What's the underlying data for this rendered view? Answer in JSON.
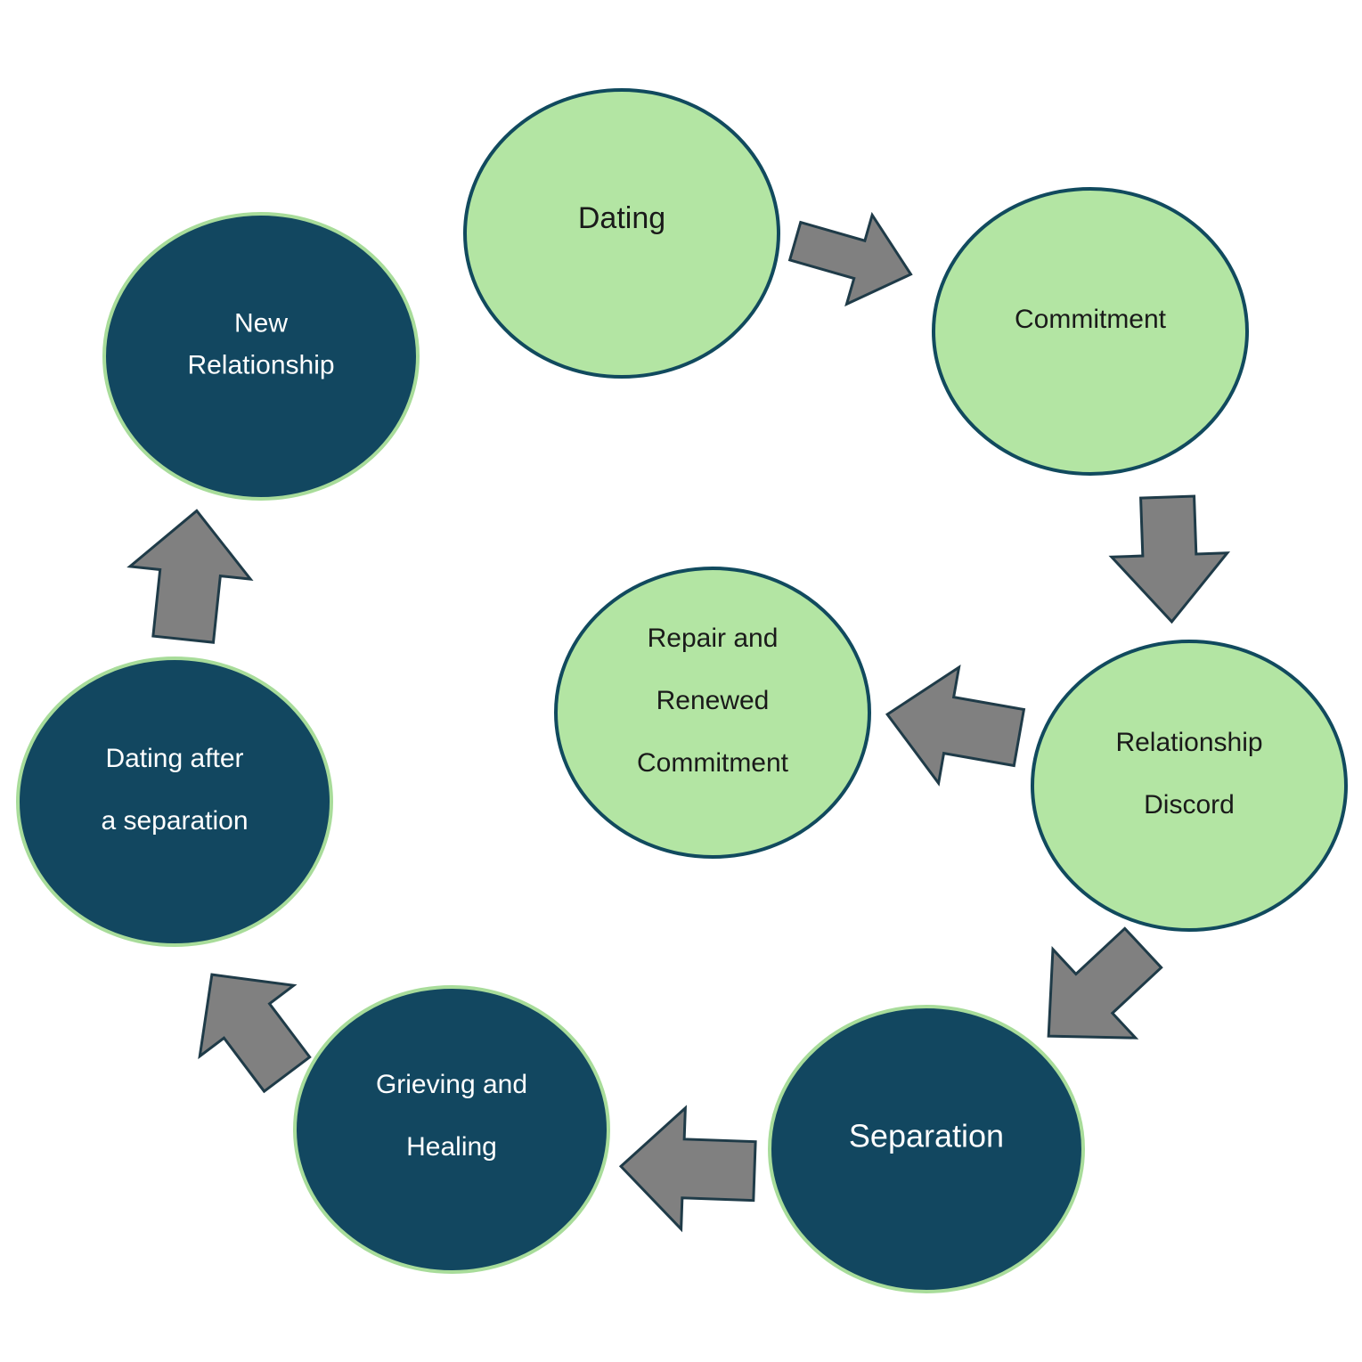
{
  "colors": {
    "light_fill": "#b3e5a3",
    "light_stroke": "#114a5e",
    "dark_fill": "#124760",
    "dark_stroke": "#a8dc9a",
    "light_text": "#1a1a1a",
    "dark_text": "#ffffff",
    "arrow_fill": "#808080",
    "arrow_stroke": "#1f3b48"
  },
  "nodes": {
    "dating": {
      "lines": [
        "Dating"
      ],
      "theme": "light"
    },
    "commitment": {
      "lines": [
        "Commitment"
      ],
      "theme": "light"
    },
    "relationship_discord": {
      "lines": [
        "Relationship",
        "Discord"
      ],
      "theme": "light"
    },
    "repair": {
      "lines": [
        "Repair and",
        "Renewed",
        "Commitment"
      ],
      "theme": "light"
    },
    "separation": {
      "lines": [
        "Separation"
      ],
      "theme": "dark"
    },
    "grieving": {
      "lines": [
        "Grieving and",
        "Healing"
      ],
      "theme": "dark"
    },
    "dating_after": {
      "lines": [
        "Dating after",
        "a separation"
      ],
      "theme": "dark"
    },
    "new_relationship": {
      "lines": [
        "New",
        "Relationship"
      ],
      "theme": "dark"
    }
  }
}
